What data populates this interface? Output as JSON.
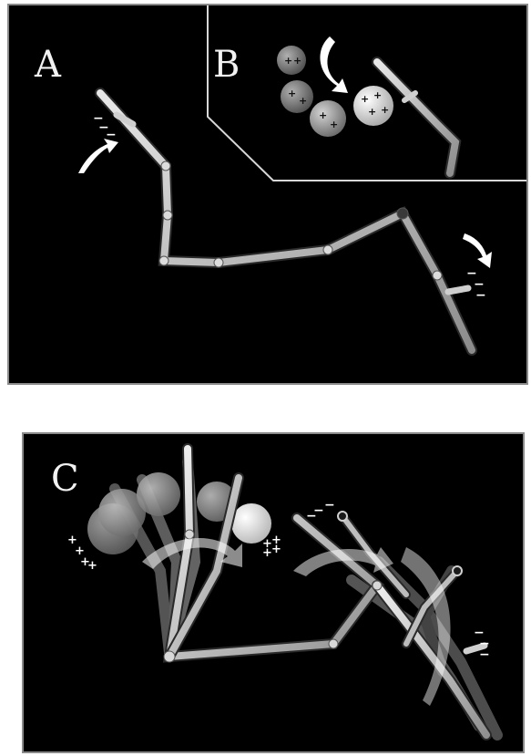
{
  "panels": {
    "a": {
      "label": "A"
    },
    "b": {
      "label": "B"
    },
    "c": {
      "label": "C"
    }
  },
  "charges": {
    "negative": "−",
    "positive": "+"
  }
}
